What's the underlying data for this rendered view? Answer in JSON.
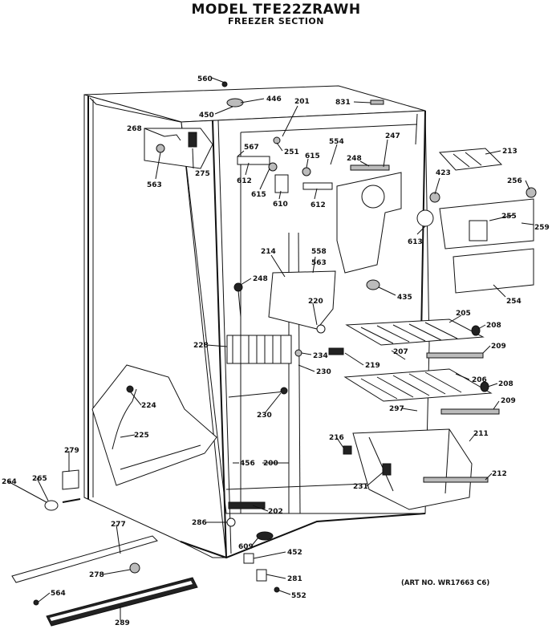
{
  "header": {
    "model_title": "MODEL TFE22ZRAWH",
    "section_title": "FREEZER SECTION"
  },
  "footer": {
    "art_number": "(ART NO. WR17663 C6)"
  },
  "callouts": [
    {
      "id": "560",
      "text": "560"
    },
    {
      "id": "446",
      "text": "446"
    },
    {
      "id": "450",
      "text": "450"
    },
    {
      "id": "201",
      "text": "201"
    },
    {
      "id": "831",
      "text": "831"
    },
    {
      "id": "268",
      "text": "268"
    },
    {
      "id": "567",
      "text": "567"
    },
    {
      "id": "251",
      "text": "251"
    },
    {
      "id": "615a",
      "text": "615"
    },
    {
      "id": "554",
      "text": "554"
    },
    {
      "id": "247",
      "text": "247"
    },
    {
      "id": "213",
      "text": "213"
    },
    {
      "id": "248a",
      "text": "248"
    },
    {
      "id": "612a",
      "text": "612"
    },
    {
      "id": "275",
      "text": "275"
    },
    {
      "id": "563a",
      "text": "563"
    },
    {
      "id": "615b",
      "text": "615"
    },
    {
      "id": "610",
      "text": "610"
    },
    {
      "id": "612b",
      "text": "612"
    },
    {
      "id": "423",
      "text": "423"
    },
    {
      "id": "256",
      "text": "256"
    },
    {
      "id": "255",
      "text": "255"
    },
    {
      "id": "259",
      "text": "259"
    },
    {
      "id": "613",
      "text": "613"
    },
    {
      "id": "214",
      "text": "214"
    },
    {
      "id": "558",
      "text": "558"
    },
    {
      "id": "563b",
      "text": "563"
    },
    {
      "id": "248b",
      "text": "248"
    },
    {
      "id": "435",
      "text": "435"
    },
    {
      "id": "254",
      "text": "254"
    },
    {
      "id": "220",
      "text": "220"
    },
    {
      "id": "205",
      "text": "205"
    },
    {
      "id": "208a",
      "text": "208"
    },
    {
      "id": "228",
      "text": "228"
    },
    {
      "id": "234",
      "text": "234"
    },
    {
      "id": "207",
      "text": "207"
    },
    {
      "id": "209a",
      "text": "209"
    },
    {
      "id": "219",
      "text": "219"
    },
    {
      "id": "230a",
      "text": "230"
    },
    {
      "id": "206",
      "text": "206"
    },
    {
      "id": "208b",
      "text": "208"
    },
    {
      "id": "224",
      "text": "224"
    },
    {
      "id": "209b",
      "text": "209"
    },
    {
      "id": "297",
      "text": "297"
    },
    {
      "id": "230b",
      "text": "230"
    },
    {
      "id": "225",
      "text": "225"
    },
    {
      "id": "211",
      "text": "211"
    },
    {
      "id": "216",
      "text": "216"
    },
    {
      "id": "279",
      "text": "279"
    },
    {
      "id": "456",
      "text": "456"
    },
    {
      "id": "200",
      "text": "200"
    },
    {
      "id": "212",
      "text": "212"
    },
    {
      "id": "264",
      "text": "264"
    },
    {
      "id": "265",
      "text": "265"
    },
    {
      "id": "231",
      "text": "231"
    },
    {
      "id": "202",
      "text": "202"
    },
    {
      "id": "286",
      "text": "286"
    },
    {
      "id": "277",
      "text": "277"
    },
    {
      "id": "609",
      "text": "609"
    },
    {
      "id": "452",
      "text": "452"
    },
    {
      "id": "278",
      "text": "278"
    },
    {
      "id": "281",
      "text": "281"
    },
    {
      "id": "564",
      "text": "564"
    },
    {
      "id": "552",
      "text": "552"
    },
    {
      "id": "289",
      "text": "289"
    }
  ]
}
